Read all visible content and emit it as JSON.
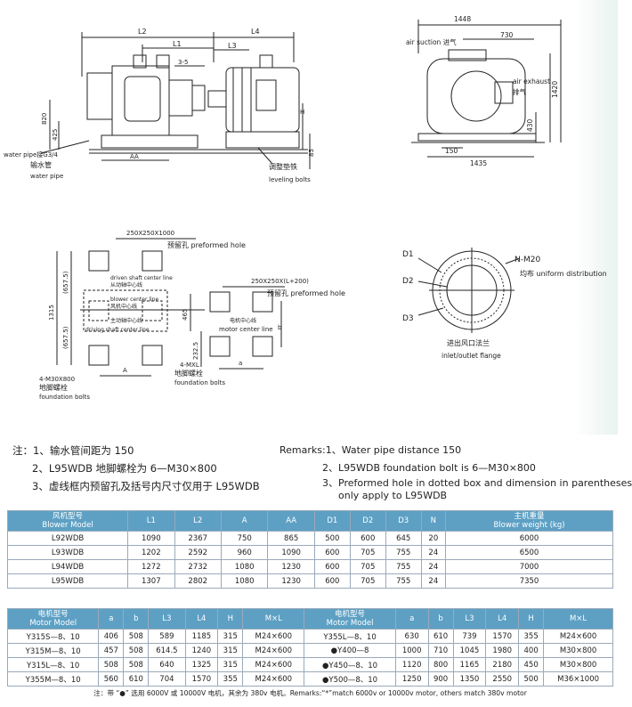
{
  "drawing": {
    "front_view": {
      "l2": "L2",
      "l1": "L1",
      "l4": "L4",
      "l3": "L3",
      "dim_35": "3-5",
      "dim_820": "820",
      "dim_425": "425",
      "dim_h": "H",
      "dim_85": "85",
      "dim_aa": "AA",
      "water_pipe_cn": "输水管",
      "water_pipe_en_top": "water pipe接G3/4",
      "water_pipe_en": "water pipe",
      "leveling_cn": "调整垫铁",
      "leveling_en": "leveling bolts"
    },
    "side_view": {
      "dim_1448": "1448",
      "dim_730": "730",
      "dim_1420": "1420",
      "dim_430": "430",
      "dim_150": "150",
      "dim_1435": "1435",
      "air_suction": "air suction 进气",
      "air_exhaust_en": "air exhaust",
      "air_exhaust_cn": "排气"
    },
    "foundation_view": {
      "preformed_1": "250X250X1000",
      "preformed_1_label": "预留孔 preformed hole",
      "preformed_2": "250X250X(L+200)",
      "preformed_2_label": "预留孔 preformed hole",
      "driven_en": "driven shaft center line",
      "driven_cn": "从动轴中心线",
      "blower_en": "blower center line",
      "blower_cn": "风机中心线",
      "driving_cn": "主动轴中心线",
      "driving_en": "driving shaft center line",
      "motor_cn": "电机中心线",
      "motor_en": "motor center line",
      "dim_1315": "1315",
      "dim_6575a": "(657.5)",
      "dim_6575b": "(657.5)",
      "dim_465": "465",
      "dim_2325": "232.5",
      "dim_a": "A",
      "dim_small_a": "a",
      "dim_b": "b",
      "bolt_m30": "4-M30X800",
      "bolt_cn": "地脚螺栓",
      "bolt_en": "foundation bolts",
      "bolt_mxl": "4-MXL",
      "bolt_cn2": "地脚螺栓",
      "bolt_en2": "foundation bolts"
    },
    "flange_view": {
      "d1": "D1",
      "d2": "D2",
      "d3": "D3",
      "nm20": "N-M20",
      "uniform": "均布 uniform distribution",
      "flange_cn": "进出风口法兰",
      "flange_en": "inlet/outlet flange"
    }
  },
  "notes_cn": [
    "注：1、输水管间距为 150",
    "2、L95WDB 地脚螺栓为 6—M30×800",
    "3、虚线框内预留孔及括号内尺寸仅用于 L95WDB"
  ],
  "notes_en": [
    "Remarks:1、Water pipe distance 150",
    "2、L95WDB foundation bolt is 6—M30×800",
    "3、Preformed hole in dotted box and dimension in parentheses",
    "only apply to L95WDB"
  ],
  "blower_table": {
    "headers": [
      "风机型号\nBlower Model",
      "L1",
      "L2",
      "A",
      "AA",
      "D1",
      "D2",
      "D3",
      "N",
      "主机重量\nBlower weight (kg)"
    ],
    "rows": [
      [
        "L92WDB",
        "1090",
        "2367",
        "750",
        "865",
        "500",
        "600",
        "645",
        "20",
        "6000"
      ],
      [
        "L93WDB",
        "1202",
        "2592",
        "960",
        "1090",
        "600",
        "705",
        "755",
        "24",
        "6500"
      ],
      [
        "L94WDB",
        "1272",
        "2732",
        "1080",
        "1230",
        "600",
        "705",
        "755",
        "24",
        "7000"
      ],
      [
        "L95WDB",
        "1307",
        "2802",
        "1080",
        "1230",
        "600",
        "705",
        "755",
        "24",
        "7350"
      ]
    ]
  },
  "motor_table": {
    "headers": [
      "电机型号\nMotor Model",
      "a",
      "b",
      "L3",
      "L4",
      "H",
      "M×L",
      "电机型号\nMotor Model",
      "a",
      "b",
      "L3",
      "L4",
      "H",
      "M×L"
    ],
    "rows": [
      [
        "Y315S—8、10",
        "406",
        "508",
        "589",
        "1185",
        "315",
        "M24×600",
        "Y355L—8、10",
        "630",
        "610",
        "739",
        "1570",
        "355",
        "M24×600"
      ],
      [
        "Y315M—8、10",
        "457",
        "508",
        "614.5",
        "1240",
        "315",
        "M24×600",
        "●Y400—8",
        "1000",
        "710",
        "1045",
        "1980",
        "400",
        "M30×800"
      ],
      [
        "Y315L—8、10",
        "508",
        "508",
        "640",
        "1325",
        "315",
        "M24×600",
        "●Y450—8、10",
        "1120",
        "800",
        "1165",
        "2180",
        "450",
        "M30×800"
      ],
      [
        "Y355M—8、10",
        "560",
        "610",
        "704",
        "1570",
        "355",
        "M24×600",
        "●Y500—8、10",
        "1250",
        "900",
        "1350",
        "2550",
        "500",
        "M36×1000"
      ]
    ]
  },
  "footnote": "注：带 “●” 选用 6000V 或 10000V 电机，其余为 380v 电机。Remarks:“*”match 6000v or 10000v motor, others match 380v motor",
  "colors": {
    "table_header": "#5da0c4",
    "background_tint": "#e9f3ef",
    "line": "#222222"
  }
}
